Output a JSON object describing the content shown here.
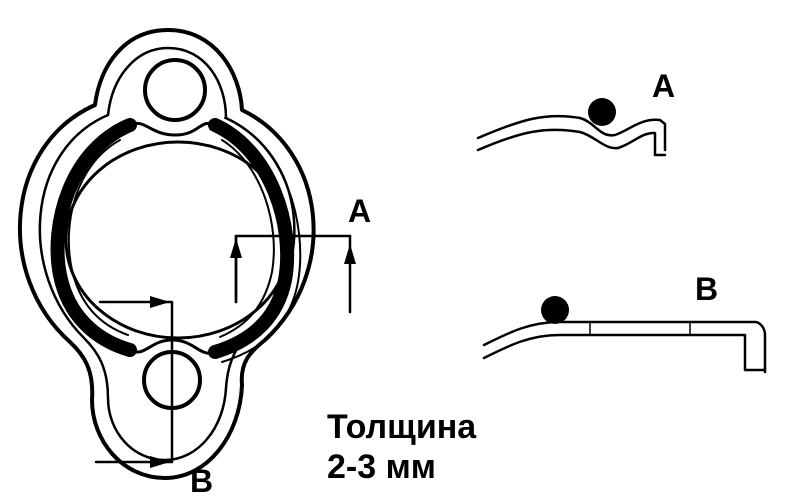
{
  "labels": {
    "section_a_gasket": "A",
    "section_b_gasket": "B",
    "section_a_detail": "A",
    "section_b_detail": "B"
  },
  "caption": {
    "line1": "Толщина",
    "line2": "2-3 мм"
  }
}
